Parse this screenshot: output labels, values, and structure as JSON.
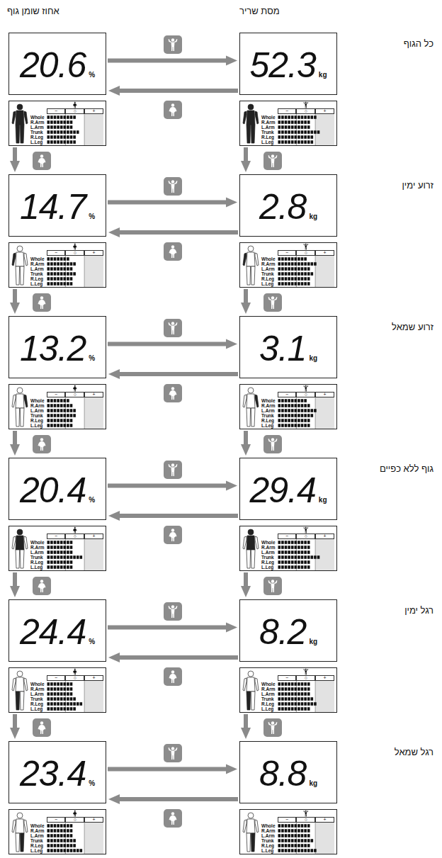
{
  "diagram": {
    "nodes": [
      {
        "text": [
          "20.6",
          "%"
        ]
      },
      {
        "text": [
          "52.3",
          "kg"
        ]
      },
      {
        "text": [
          "−",
          "○",
          "+",
          "Whole",
          "R.Arm",
          "L.Arm",
          "Trunk",
          "R.Leg",
          "L.Leg"
        ]
      },
      {
        "text": [
          "−",
          "○",
          "+",
          "Whole",
          "R.Arm",
          "L.Arm",
          "Trunk",
          "R.Leg",
          "L.Leg"
        ]
      },
      {
        "text": [
          "14.7",
          "%"
        ]
      },
      {
        "text": [
          "2.8",
          "kg"
        ]
      },
      {
        "text": [
          "−",
          "○",
          "+",
          "Whole",
          "R.Arm",
          "L.Arm",
          "Trunk",
          "R.Leg",
          "L.Leg"
        ]
      },
      {
        "text": [
          "−",
          "○",
          "+",
          "Whole",
          "R.Arm",
          "L.Arm",
          "Trunk",
          "R.Leg",
          "L.Leg"
        ]
      },
      {
        "text": [
          "13.2",
          "%"
        ]
      },
      {
        "text": [
          "3.1",
          "kg"
        ]
      },
      {
        "text": [
          "−",
          "○",
          "+",
          "Whole",
          "R.Arm",
          "L.Arm",
          "Trunk",
          "R.Leg",
          "L.Leg"
        ]
      },
      {
        "text": [
          "−",
          "○",
          "+",
          "Whole",
          "R.Arm",
          "L.Arm",
          "Trunk",
          "R.Leg",
          "L.Leg"
        ]
      },
      {
        "text": [
          "20.4",
          "%"
        ]
      },
      {
        "text": [
          "29.4",
          "kg"
        ]
      },
      {
        "text": [
          "−",
          "○",
          "+",
          "Whole",
          "R.Arm",
          "L.Arm",
          "Trunk",
          "R.Leg",
          "L.Leg"
        ]
      },
      {
        "text": [
          "−",
          "○",
          "+",
          "Whole",
          "R.Arm",
          "L.Arm",
          "Trunk",
          "R.Leg",
          "L.Leg"
        ]
      },
      {
        "text": [
          "24.4",
          "%"
        ]
      },
      {
        "text": [
          "8.2",
          "kg"
        ]
      },
      {
        "text": [
          "−",
          "○",
          "+",
          "Whole",
          "R.Arm",
          "L.Arm",
          "Trunk",
          "R.Leg",
          "L.Leg"
        ]
      },
      {
        "text": [
          "−",
          "○",
          "+",
          "Whole",
          "R.Arm",
          "L.Arm",
          "Trunk",
          "R.Leg",
          "L.Leg"
        ]
      },
      {
        "text": [
          "23.4",
          "%"
        ]
      },
      {
        "text": [
          "8.8",
          "kg"
        ]
      },
      {
        "text": [
          "−",
          "○",
          "+",
          "Whole",
          "R.Arm",
          "L.Arm",
          "Trunk",
          "R.Leg",
          "L.Leg"
        ]
      },
      {
        "text": [
          "−",
          "○",
          "+",
          "Whole",
          "R.Arm",
          "L.Arm",
          "Trunk",
          "R.Leg",
          "L.Leg"
        ]
      }
    ],
    "edges": [
      {
        "from": 0,
        "to": 1,
        "arrow": "to"
      },
      {
        "from": 1,
        "to": 0,
        "arrow": "to"
      },
      {
        "from": 2,
        "to": 4,
        "arrow": "to"
      },
      {
        "from": 3,
        "to": 5,
        "arrow": "to"
      },
      {
        "from": 4,
        "to": 5,
        "arrow": "to"
      },
      {
        "from": 5,
        "to": 4,
        "arrow": "to"
      },
      {
        "from": 6,
        "to": 8,
        "arrow": "to"
      },
      {
        "from": 7,
        "to": 9,
        "arrow": "to"
      },
      {
        "from": 8,
        "to": 9,
        "arrow": "to"
      },
      {
        "from": 9,
        "to": 8,
        "arrow": "to"
      },
      {
        "from": 10,
        "to": 12,
        "arrow": "to"
      },
      {
        "from": 11,
        "to": 13,
        "arrow": "to"
      },
      {
        "from": 12,
        "to": 13,
        "arrow": "to"
      },
      {
        "from": 13,
        "to": 12,
        "arrow": "to"
      },
      {
        "from": 14,
        "to": 16,
        "arrow": "to"
      },
      {
        "from": 15,
        "to": 17,
        "arrow": "to"
      },
      {
        "from": 16,
        "to": 17,
        "arrow": "to"
      },
      {
        "from": 17,
        "to": 16,
        "arrow": "to"
      },
      {
        "from": 18,
        "to": 20,
        "arrow": "to"
      },
      {
        "from": 19,
        "to": 21,
        "arrow": "to"
      },
      {
        "from": 20,
        "to": 21,
        "arrow": "to"
      },
      {
        "from": 21,
        "to": 20,
        "arrow": "to"
      }
    ],
    "labels": [
      "אחוז שומן גוף",
      "מסת שריר",
      "כל הגוף",
      "זרוע ימין",
      "זרוע שמאל",
      "גוף ללא כפיים",
      "רגל ימין",
      "רגל שמאל"
    ]
  }
}
